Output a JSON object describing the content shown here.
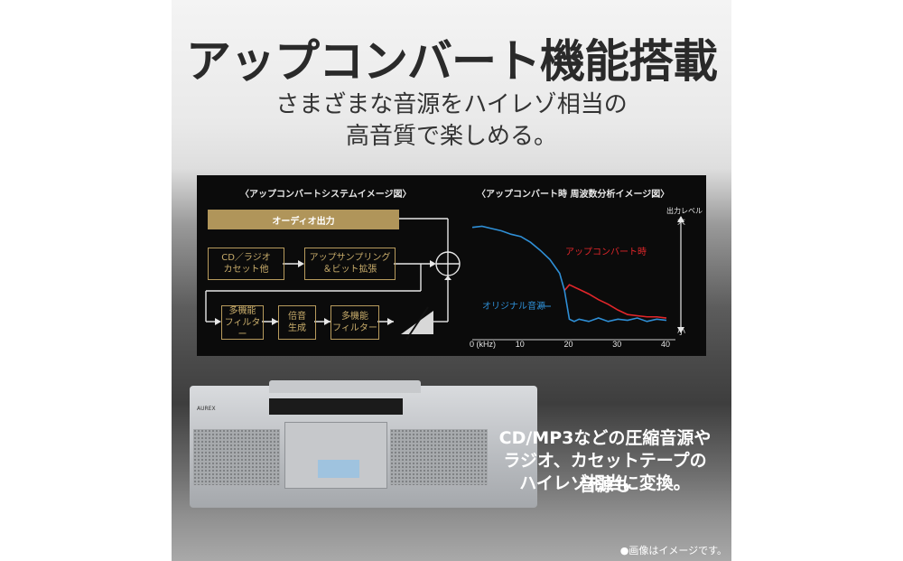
{
  "headline": "アップコンバート機能搭載",
  "subtitle_line1": "さまざまな音源をハイレゾ相当の",
  "subtitle_line2": "高音質で楽しめる。",
  "diagram": {
    "left_caption": "〈アップコンバートシステムイメージ図〉",
    "right_caption": "〈アップコンバート時 周波数分析イメージ図〉",
    "audio_output": "オーディオ出力",
    "source_line1": "CD／ラジオ",
    "source_line2": "カセット他",
    "upsample_line1": "アップサンプリング",
    "upsample_line2": "＆ビット拡張",
    "filter1_line1": "多機能",
    "filter1_line2": "フィルター",
    "harmonic_line1": "倍音",
    "harmonic_line2": "生成",
    "filter2_line1": "多機能",
    "filter2_line2": "フィルター"
  },
  "chart_data": {
    "type": "line",
    "ylabel": "出力レベル",
    "y_top_label": "大",
    "y_bottom_label": "小",
    "x_ticks": [
      "0 (kHz)",
      "10",
      "20",
      "30",
      "40"
    ],
    "xlim": [
      0,
      40
    ],
    "series": [
      {
        "name": "オリジナル音源",
        "color": "#2f8fd6",
        "x": [
          0,
          2,
          4,
          6,
          8,
          10,
          12,
          14,
          16,
          18,
          19,
          20,
          21,
          22,
          24,
          26,
          28,
          30,
          32,
          34,
          36,
          38,
          40
        ],
        "y": [
          0.9,
          0.91,
          0.89,
          0.87,
          0.84,
          0.82,
          0.77,
          0.7,
          0.62,
          0.5,
          0.35,
          0.1,
          0.08,
          0.1,
          0.08,
          0.11,
          0.08,
          0.1,
          0.09,
          0.11,
          0.08,
          0.1,
          0.09
        ]
      },
      {
        "name": "アップコンバート時",
        "color": "#e2262a",
        "x": [
          19,
          20,
          22,
          24,
          26,
          28,
          30,
          32,
          34,
          36,
          38,
          40
        ],
        "y": [
          0.35,
          0.4,
          0.36,
          0.32,
          0.27,
          0.23,
          0.18,
          0.14,
          0.13,
          0.12,
          0.12,
          0.11
        ]
      }
    ]
  },
  "right_text_line1": "CD/MP3などの圧縮音源や",
  "right_text_line2": "ラジオ、カセットテープの音源も",
  "right_text_line3": "ハイレゾ相当に変換。",
  "radio_brand": "AUREX",
  "note": "●画像はイメージです。"
}
